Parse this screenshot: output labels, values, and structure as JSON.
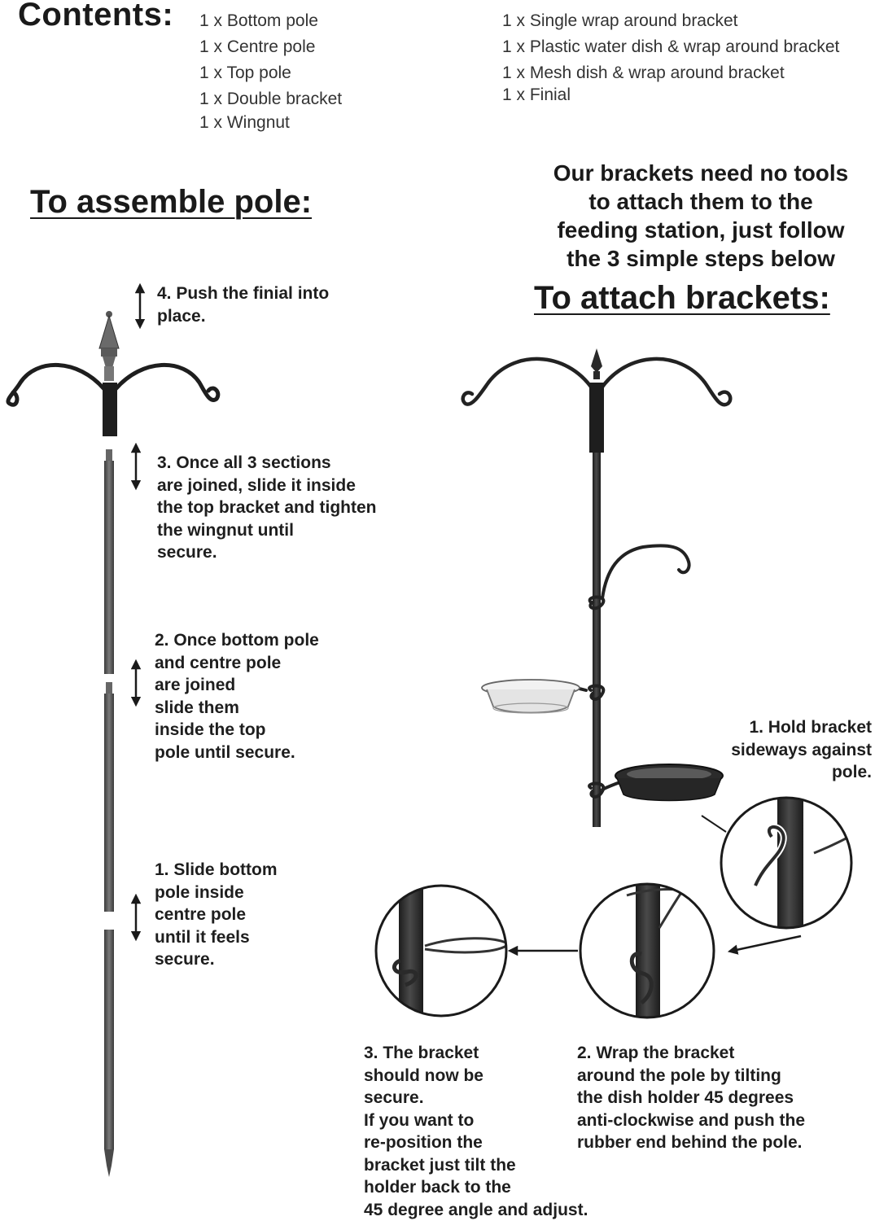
{
  "contents": {
    "title": "Contents:",
    "items_left": [
      "1 x Bottom pole",
      "1 x Centre pole",
      "1 x Top pole",
      "1 x Double bracket",
      "1 x Wingnut"
    ],
    "items_right": [
      "1 x Single wrap around bracket",
      "1 x Plastic water dish & wrap around bracket",
      "1 x Mesh dish & wrap around bracket",
      "1 x Finial"
    ]
  },
  "assemble": {
    "heading": "To assemble pole:",
    "steps": [
      {
        "lines": [
          "4. Push the finial into",
          "place."
        ]
      },
      {
        "lines": [
          "3. Once all 3 sections",
          "are joined, slide it inside",
          "the top bracket and tighten",
          "the wingnut until",
          "secure."
        ]
      },
      {
        "lines": [
          "2. Once bottom pole",
          "and centre pole",
          "are joined",
          "slide them",
          "inside the top",
          "pole until secure."
        ]
      },
      {
        "lines": [
          "1. Slide bottom",
          "pole inside",
          "centre pole",
          "until it feels",
          "secure."
        ]
      }
    ]
  },
  "brackets": {
    "note": [
      "Our brackets need no tools",
      "to attach them to the",
      "feeding station, just follow",
      "the 3 simple steps below"
    ],
    "heading": "To attach brackets:",
    "steps": [
      {
        "lines": [
          "1. Hold bracket",
          "sideways against",
          "pole."
        ]
      },
      {
        "lines": [
          "2. Wrap the bracket",
          "around the pole by tilting",
          "the dish holder 45 degrees",
          "anti-clockwise and push the",
          "rubber end behind the pole."
        ]
      },
      {
        "lines": [
          "3.  The bracket",
          "should now be",
          "secure.",
          "If you want to",
          "re-position the",
          "bracket just tilt the",
          "holder back to the",
          "45 degree angle and adjust."
        ]
      }
    ]
  },
  "colors": {
    "pole": "#2b2b2b",
    "pole_section": "#5a5a5a",
    "text": "#1a1a1a"
  }
}
